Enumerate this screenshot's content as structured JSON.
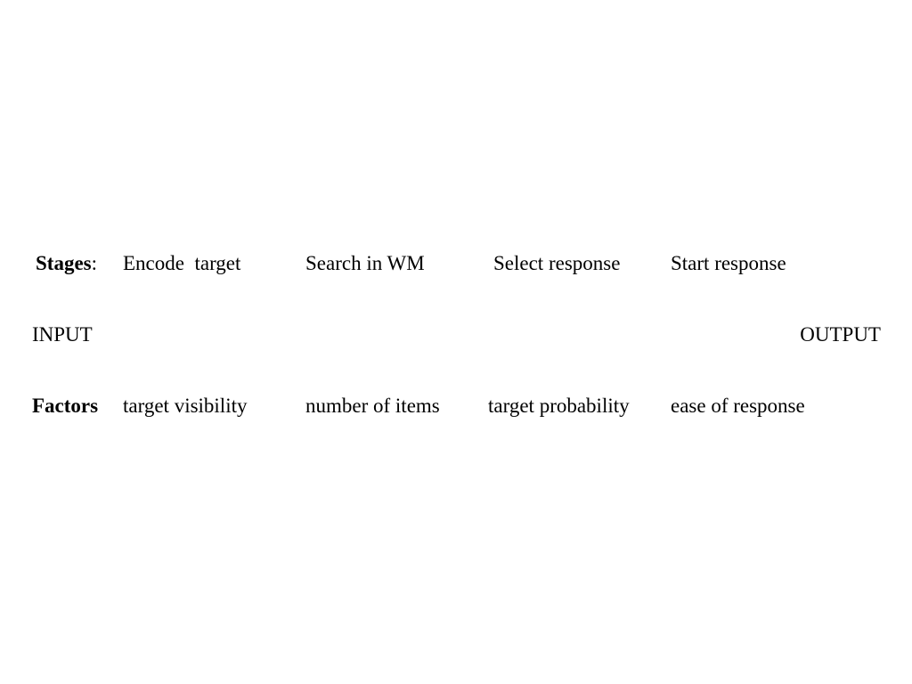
{
  "stages": {
    "label": "Stages",
    "colon": ":",
    "items": [
      "Encode  target",
      "Search in WM",
      "Select response",
      "Start response"
    ]
  },
  "input_label": "INPUT",
  "output_label": "OUTPUT",
  "factors": {
    "label": "Factors",
    "items": [
      "target visibility",
      "number of items",
      "target probability",
      "ease of response"
    ]
  }
}
